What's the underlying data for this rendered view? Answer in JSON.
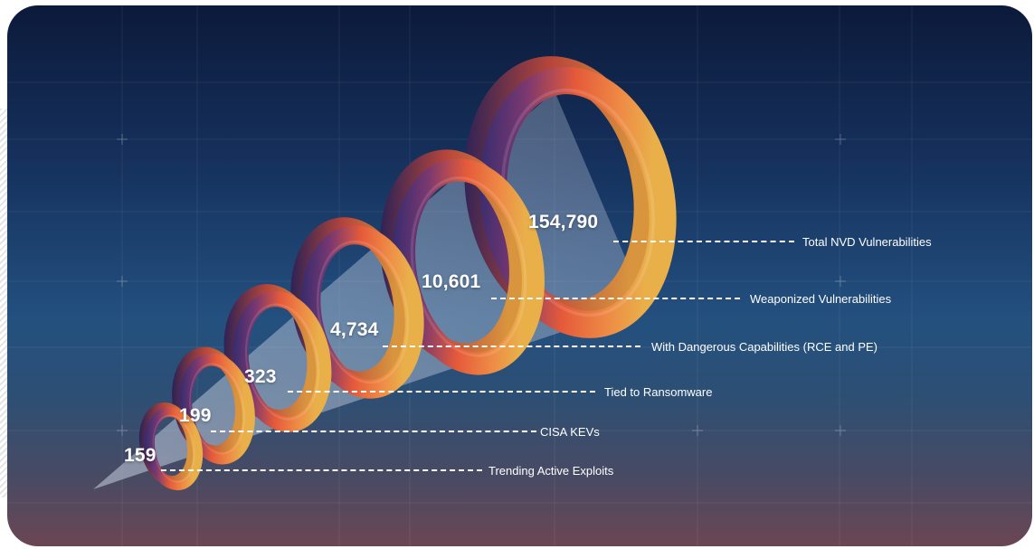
{
  "funnel": {
    "stages": [
      {
        "value": "154,790",
        "label": "Total NVD Vulnerabilities"
      },
      {
        "value": "10,601",
        "label": "Weaponized Vulnerabilities"
      },
      {
        "value": "4,734",
        "label": "With Dangerous Capabilities (RCE and PE)"
      },
      {
        "value": "323",
        "label": "Tied to Ransomware"
      },
      {
        "value": "199",
        "label": "CISA KEVs"
      },
      {
        "value": "159",
        "label": "Trending Active Exploits"
      }
    ]
  },
  "colors": {
    "ring_dark": "#2b2a6e",
    "ring_mid": "#e55a3a",
    "ring_light": "#e9b04a",
    "background_top": "#0c1a3a",
    "background_bottom": "#6b4653"
  }
}
